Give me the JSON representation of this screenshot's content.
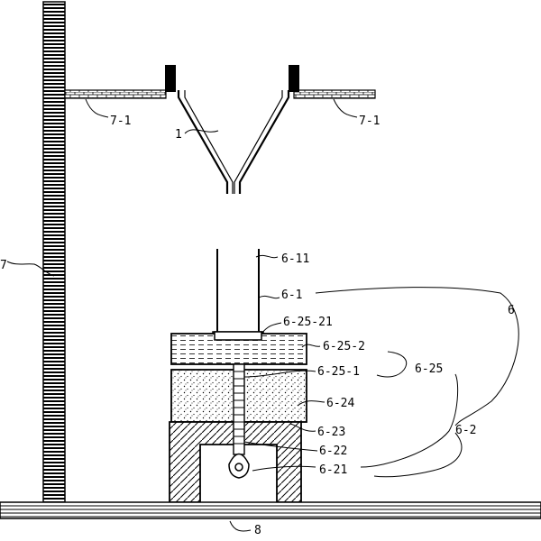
{
  "labels": {
    "funnel": "1",
    "left_arm": "7-1",
    "right_arm": "7-1",
    "stand": "7",
    "tube_top": "6-11",
    "tube": "6-1",
    "assembly": "6",
    "plate_top": "6-25-21",
    "plate": "6-25-2",
    "plate_hole": "6-25-1",
    "group_25": "6-25",
    "group_2": "6-2",
    "filler": "6-24",
    "base": "6-23",
    "shaft": "6-22",
    "pulley": "6-21",
    "ground": "8"
  }
}
